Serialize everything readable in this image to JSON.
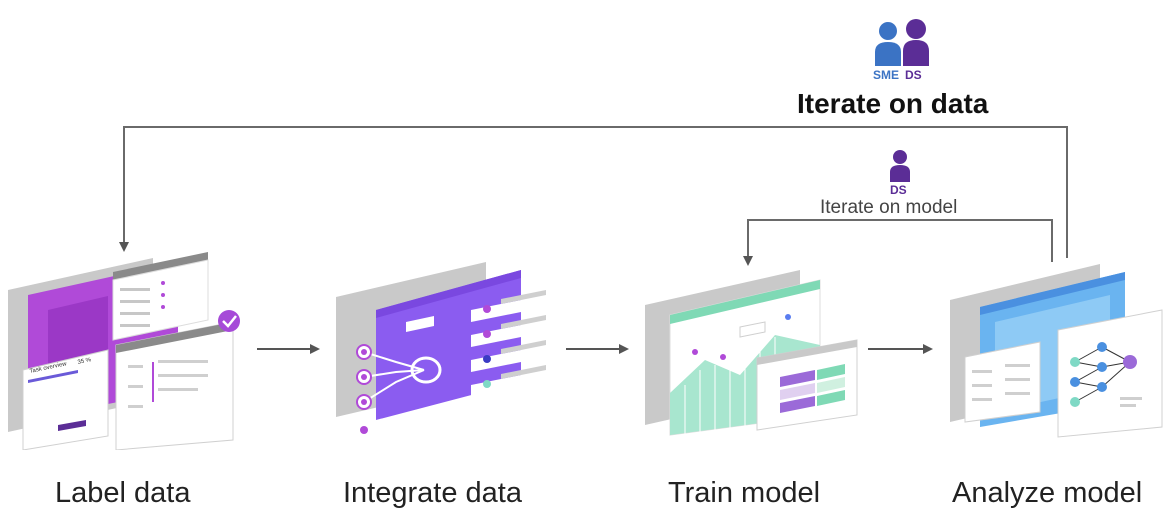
{
  "loop_data": {
    "title": "Iterate on data",
    "roles": [
      "SME",
      "DS"
    ]
  },
  "loop_model": {
    "title": "Iterate on model",
    "roles": [
      "DS"
    ]
  },
  "steps": [
    {
      "label": "Label data"
    },
    {
      "label": "Integrate data"
    },
    {
      "label": "Train model"
    },
    {
      "label": "Analyze model"
    }
  ],
  "colors": {
    "sme": "#3b73c4",
    "ds": "#5b2d96",
    "purple": "#8a3cc8",
    "violet": "#7b5cf0",
    "green": "#7fd9b5",
    "blue": "#5aaef0",
    "arrow": "#555555",
    "panel_gray": "#9a9a9a"
  },
  "icons": {
    "sme": "person-icon",
    "ds": "person-icon",
    "check": "check-circle-icon"
  },
  "panel_text": {
    "label_card_title": "Task overview",
    "label_card_pct": "35 %"
  }
}
